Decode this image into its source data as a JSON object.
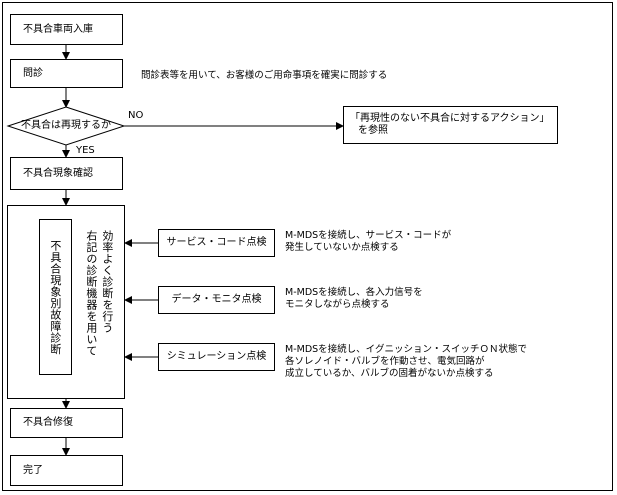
{
  "steps": {
    "receive": "不具合車両入庫",
    "interview": "問診",
    "check_reproduce": "不具合は再現するか",
    "confirm": "不具合現象確認",
    "repair": "不具合修復",
    "complete": "完了"
  },
  "branch": {
    "no_label": "NO",
    "yes_label": "YES",
    "no_action_line1": "「再現性のない不具合に対するアクション」",
    "no_action_line2": "を参照"
  },
  "notes": {
    "interview": "問診表等を用いて、お客様のご用命事項を確実に問診する"
  },
  "diagnosis": {
    "method_label": "不具合現象別故障診断",
    "instruction_line1": "右記の診断機器を用いて",
    "instruction_line2": "効率よく診断を行う"
  },
  "checks": [
    {
      "label": "サービス・コード点検",
      "desc_line1": "M-MDSを接続し、サービス・コードが",
      "desc_line2": "発生していないか点検する",
      "desc_line3": ""
    },
    {
      "label": "データ・モニタ点検",
      "desc_line1": "M-MDSを接続し、各入力信号を",
      "desc_line2": "モニタしながら点検する",
      "desc_line3": ""
    },
    {
      "label": "シミュレーション点検",
      "desc_line1": "M-MDSを接続し、イグニッション・スイッチＯＮ状態で",
      "desc_line2": "各ソレノイド・バルブを作動させ、電気回路が",
      "desc_line3": "成立しているか、バルブの固着がないか点検する"
    }
  ]
}
